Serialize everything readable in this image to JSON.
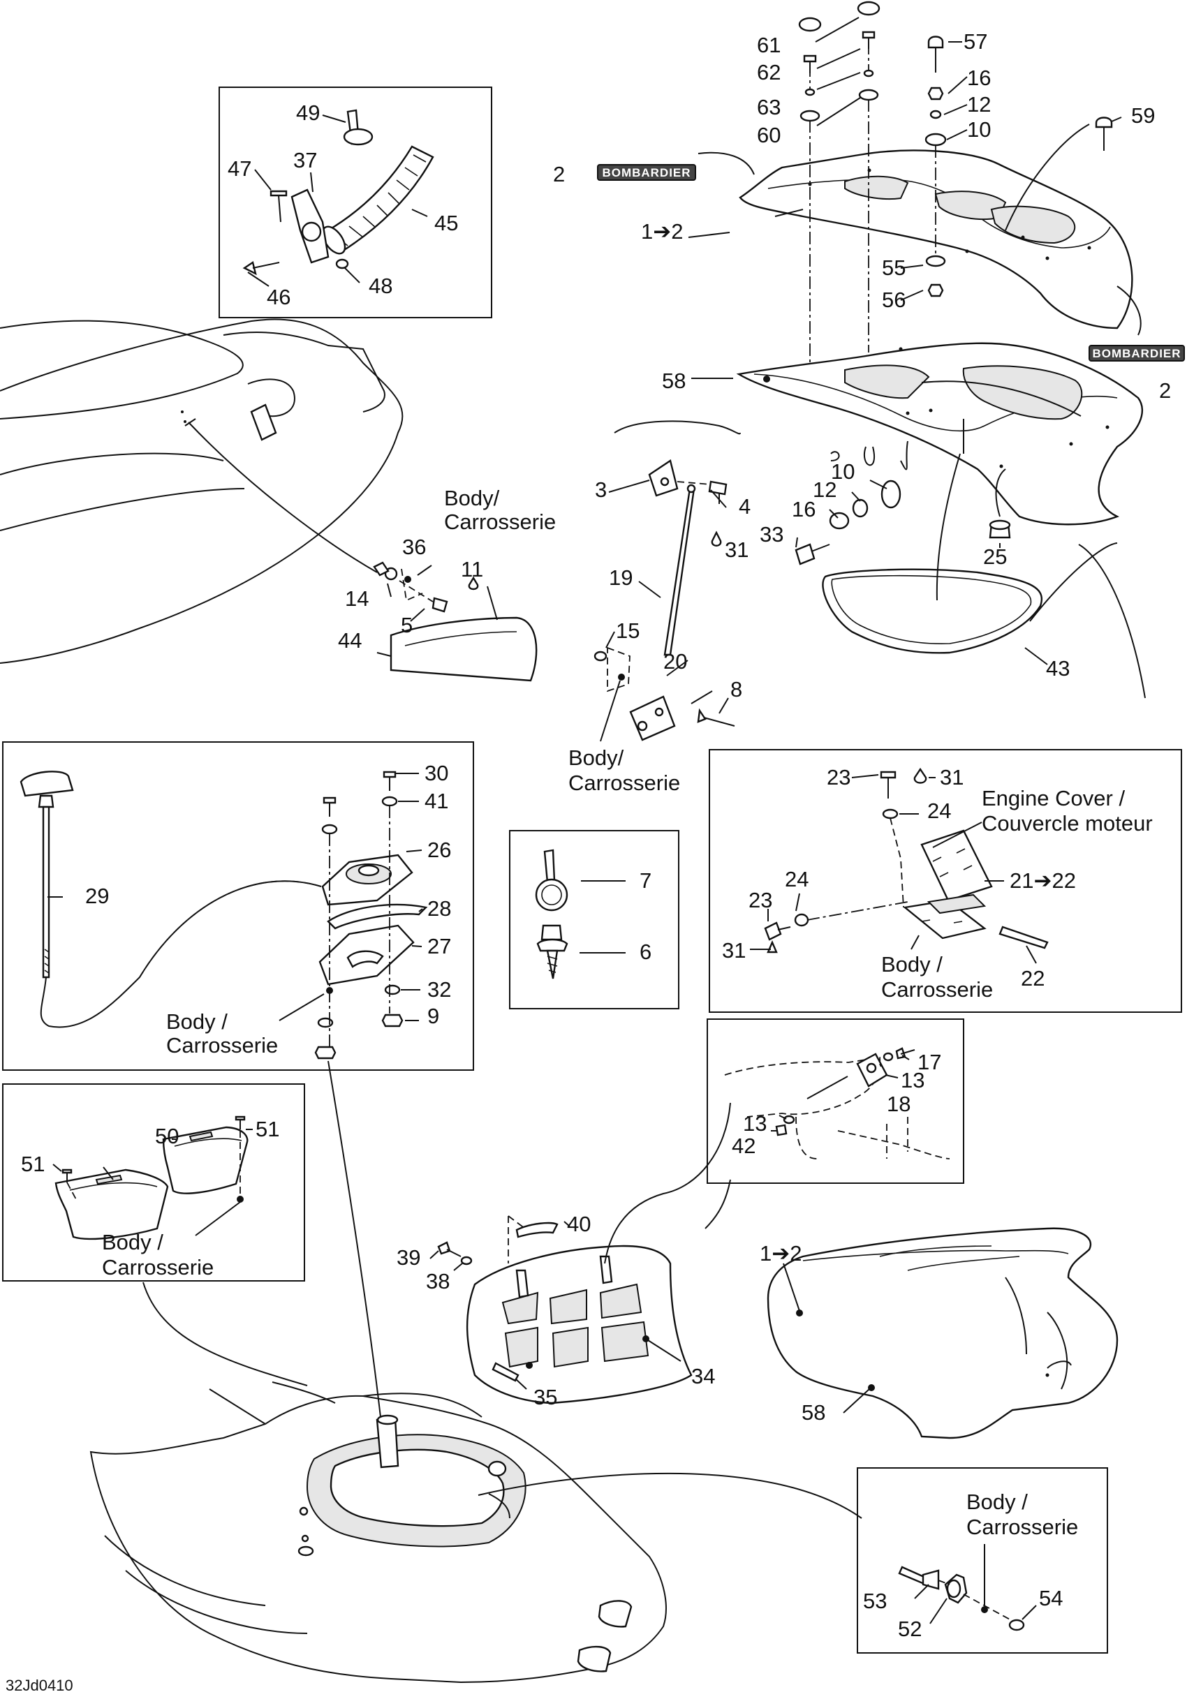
{
  "diagram": {
    "code": "32Jd0410",
    "logo_text": "BOMBARDIER",
    "body_label_line1": "Body /",
    "body_label_line2": "Carrosserie",
    "body_label_compact_line1": "Body/",
    "engine_cover_line1": "Engine Cover /",
    "engine_cover_line2": "Couvercle moteur",
    "callouts": {
      "c1to2_a": "1➔2",
      "c1to2_b": "1➔2",
      "c2_a": "2",
      "c2_b": "2",
      "c3": "3",
      "c4": "4",
      "c5": "5",
      "c6": "6",
      "c7": "7",
      "c8": "8",
      "c9": "9",
      "c10_a": "10",
      "c10_b": "10",
      "c11": "11",
      "c12_a": "12",
      "c12_b": "12",
      "c13_a": "13",
      "c13_b": "13",
      "c14": "14",
      "c15": "15",
      "c16_a": "16",
      "c16_b": "16",
      "c17": "17",
      "c18": "18",
      "c19": "19",
      "c20": "20",
      "c21to22": "21➔22",
      "c22": "22",
      "c23_a": "23",
      "c23_b": "23",
      "c24_a": "24",
      "c24_b": "24",
      "c25": "25",
      "c26": "26",
      "c27": "27",
      "c28": "28",
      "c29": "29",
      "c30": "30",
      "c31_a": "31",
      "c31_b": "31",
      "c31_c": "31",
      "c32": "32",
      "c33": "33",
      "c34": "34",
      "c35": "35",
      "c36": "36",
      "c37": "37",
      "c38": "38",
      "c39": "39",
      "c40": "40",
      "c41": "41",
      "c42": "42",
      "c43": "43",
      "c44": "44",
      "c45": "45",
      "c46": "46",
      "c47": "47",
      "c48": "48",
      "c49": "49",
      "c50": "50",
      "c51_a": "51",
      "c51_b": "51",
      "c52": "52",
      "c53": "53",
      "c54": "54",
      "c55": "55",
      "c56": "56",
      "c57": "57",
      "c58_a": "58",
      "c58_b": "58",
      "c59": "59",
      "c60": "60",
      "c61": "61",
      "c62": "62",
      "c63": "63"
    }
  }
}
